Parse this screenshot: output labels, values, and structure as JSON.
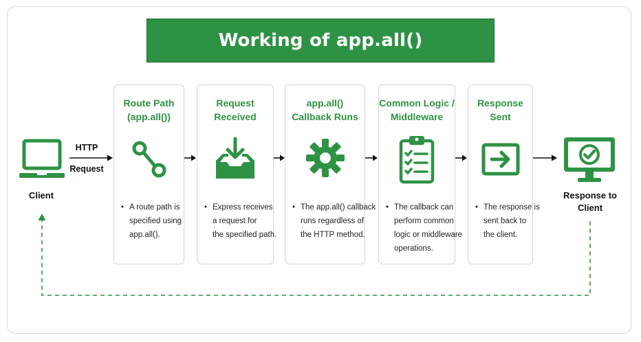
{
  "title": "Working of app.all()",
  "client": {
    "label": "Client"
  },
  "http_label": {
    "line1": "HTTP",
    "line2": "Request"
  },
  "response_client": {
    "line1": "Response to",
    "line2": "Client"
  },
  "steps": [
    {
      "title": [
        "Route Path",
        "(app.all())"
      ],
      "icon": "route-icon",
      "desc": [
        "A route path is",
        "specified using",
        "app.all()."
      ]
    },
    {
      "title": [
        "Request",
        "Received"
      ],
      "icon": "inbox-download-icon",
      "desc": [
        "Express receives",
        "a request for",
        "the specified path."
      ]
    },
    {
      "title": [
        "app.all()",
        "Callback Runs"
      ],
      "icon": "gear-icon",
      "desc": [
        "The app.all() callback",
        "runs regardless of",
        "the HTTP method."
      ]
    },
    {
      "title": [
        "Common Logic /",
        "Middleware"
      ],
      "icon": "clipboard-checklist-icon",
      "desc": [
        "The callback can",
        "perform common",
        "logic or middleware",
        "operations."
      ]
    },
    {
      "title": [
        "Response",
        "Sent"
      ],
      "icon": "arrow-box-icon",
      "desc": [
        "The response is",
        "sent back to",
        "the client."
      ]
    }
  ],
  "colors": {
    "accent": "#2e9244",
    "border": "#cfd8cf",
    "text": "#222222"
  }
}
